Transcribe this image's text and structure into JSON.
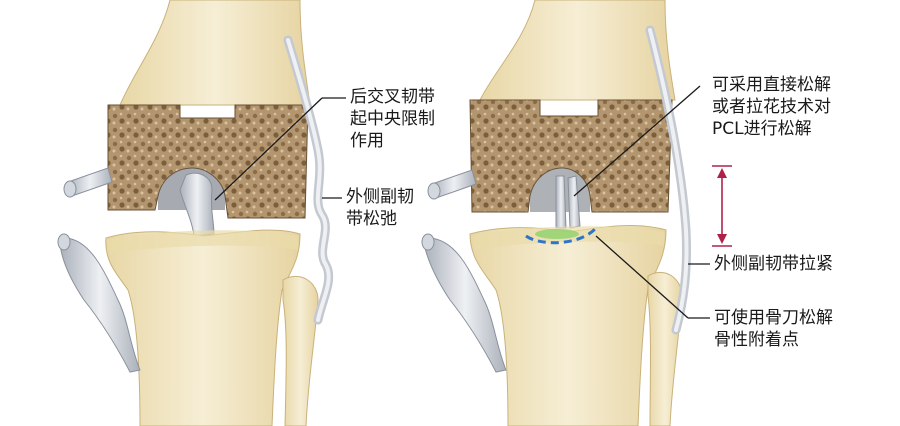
{
  "labels": {
    "left_pcl": [
      "后交叉韧带",
      "起中央限制",
      "作用"
    ],
    "left_lcl": [
      "外侧副韧",
      "带松弛"
    ],
    "right_release": [
      "可采用直接松解",
      "或者拉花技术对",
      "PCL进行松解"
    ],
    "right_lcl": "外侧副韧带拉紧",
    "right_bone": [
      "可使用骨刀松解",
      "骨性附着点"
    ]
  },
  "colors": {
    "bone_face": "#f1e6c6",
    "bone_shade": "#e2cf9c",
    "cancellous": "#a68a63",
    "ligament": "#d9dde4",
    "ligament_shade": "#9aa1ad",
    "tension_arrow": "#b0214a",
    "dashed_marker": "#2e74c9",
    "green_marker": "#8fd16b"
  }
}
